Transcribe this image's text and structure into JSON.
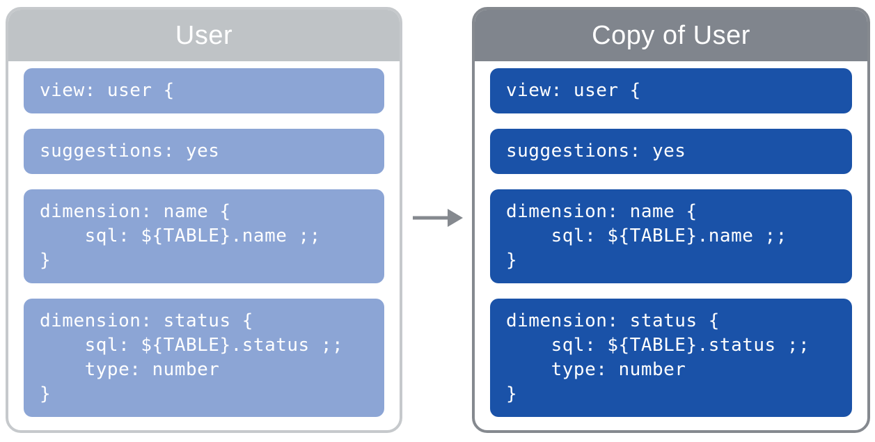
{
  "panels": [
    {
      "title": "User",
      "theme": {
        "header_bg": "#bfc3c6",
        "border_color": "#c6c9cc",
        "block_bg": "#8ca5d5",
        "title_color": "#ffffff",
        "code_color": "#ffffff"
      },
      "blocks": [
        {
          "code": "view: user {"
        },
        {
          "code": "suggestions: yes"
        },
        {
          "code": "dimension: name {\n    sql: ${TABLE}.name ;;\n}"
        },
        {
          "code": "dimension: status {\n    sql: ${TABLE}.status ;;\n    type: number\n}"
        }
      ]
    },
    {
      "title": "Copy of User",
      "theme": {
        "header_bg": "#80858d",
        "border_color": "#85898f",
        "block_bg": "#1a52a8",
        "title_color": "#ffffff",
        "code_color": "#ffffff"
      },
      "blocks": [
        {
          "code": "view: user {"
        },
        {
          "code": "suggestions: yes"
        },
        {
          "code": "dimension: name {\n    sql: ${TABLE}.name ;;\n}"
        },
        {
          "code": "dimension: status {\n    sql: ${TABLE}.status ;;\n    type: number\n}"
        }
      ]
    }
  ],
  "arrow": {
    "name": "right-arrow",
    "color": "#85898f"
  },
  "page": {
    "background": "#ffffff"
  }
}
